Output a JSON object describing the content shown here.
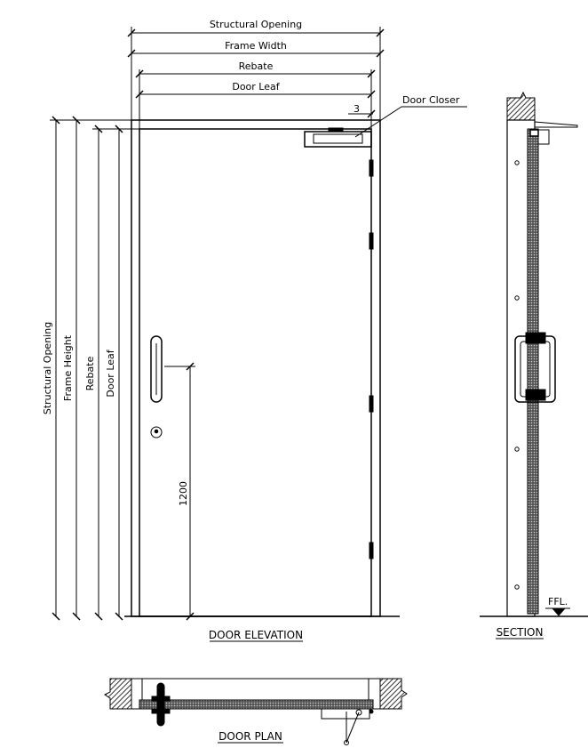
{
  "elevation": {
    "title": "DOOR ELEVATION",
    "dims_horizontal": {
      "structural_opening": "Structural Opening",
      "frame_width": "Frame Width",
      "rebate": "Rebate",
      "door_leaf": "Door Leaf",
      "gap": "3"
    },
    "dims_vertical": {
      "structural_opening": "Structural Opening",
      "frame_height": "Frame Height",
      "rebate": "Rebate",
      "door_leaf": "Door Leaf",
      "handle_height": "1200"
    },
    "callout_door_closer": "Door Closer"
  },
  "section": {
    "title": "SECTION",
    "floor_label": "FFL."
  },
  "plan": {
    "title": "DOOR PLAN"
  }
}
